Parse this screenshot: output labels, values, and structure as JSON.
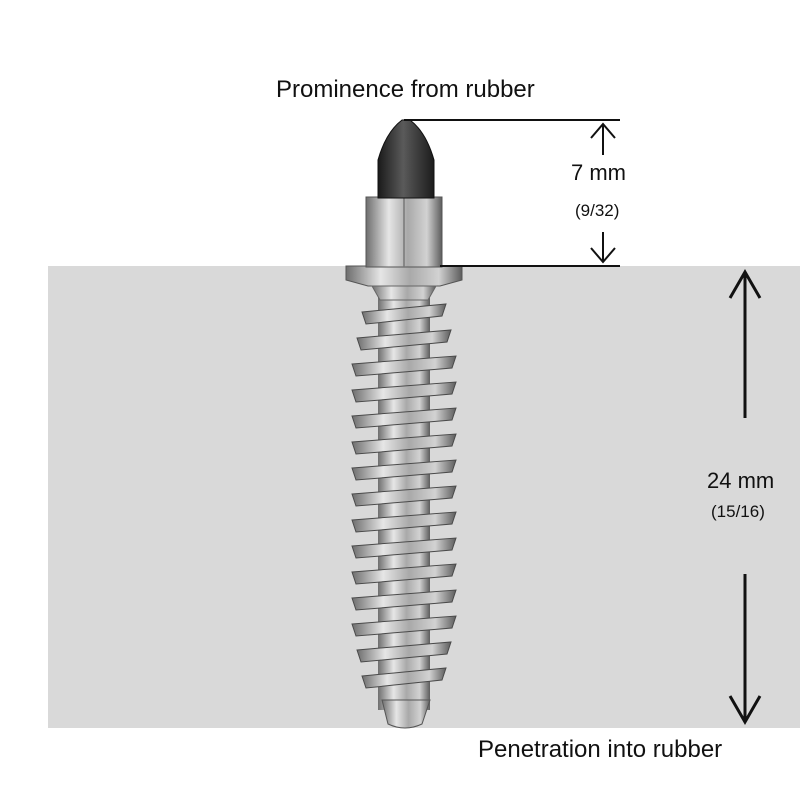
{
  "labels": {
    "prominence_title": "Prominence from rubber",
    "penetration_title": "Penetration into rubber"
  },
  "dimensions": {
    "prominence_mm": "7 mm",
    "prominence_in": "(9/32)",
    "penetration_mm": "24 mm",
    "penetration_in": "(15/16)"
  },
  "colors": {
    "rubber": "#d9d9d9",
    "metal": "#b8b8b8",
    "tip": "#2e2e2e",
    "line": "#111111"
  }
}
